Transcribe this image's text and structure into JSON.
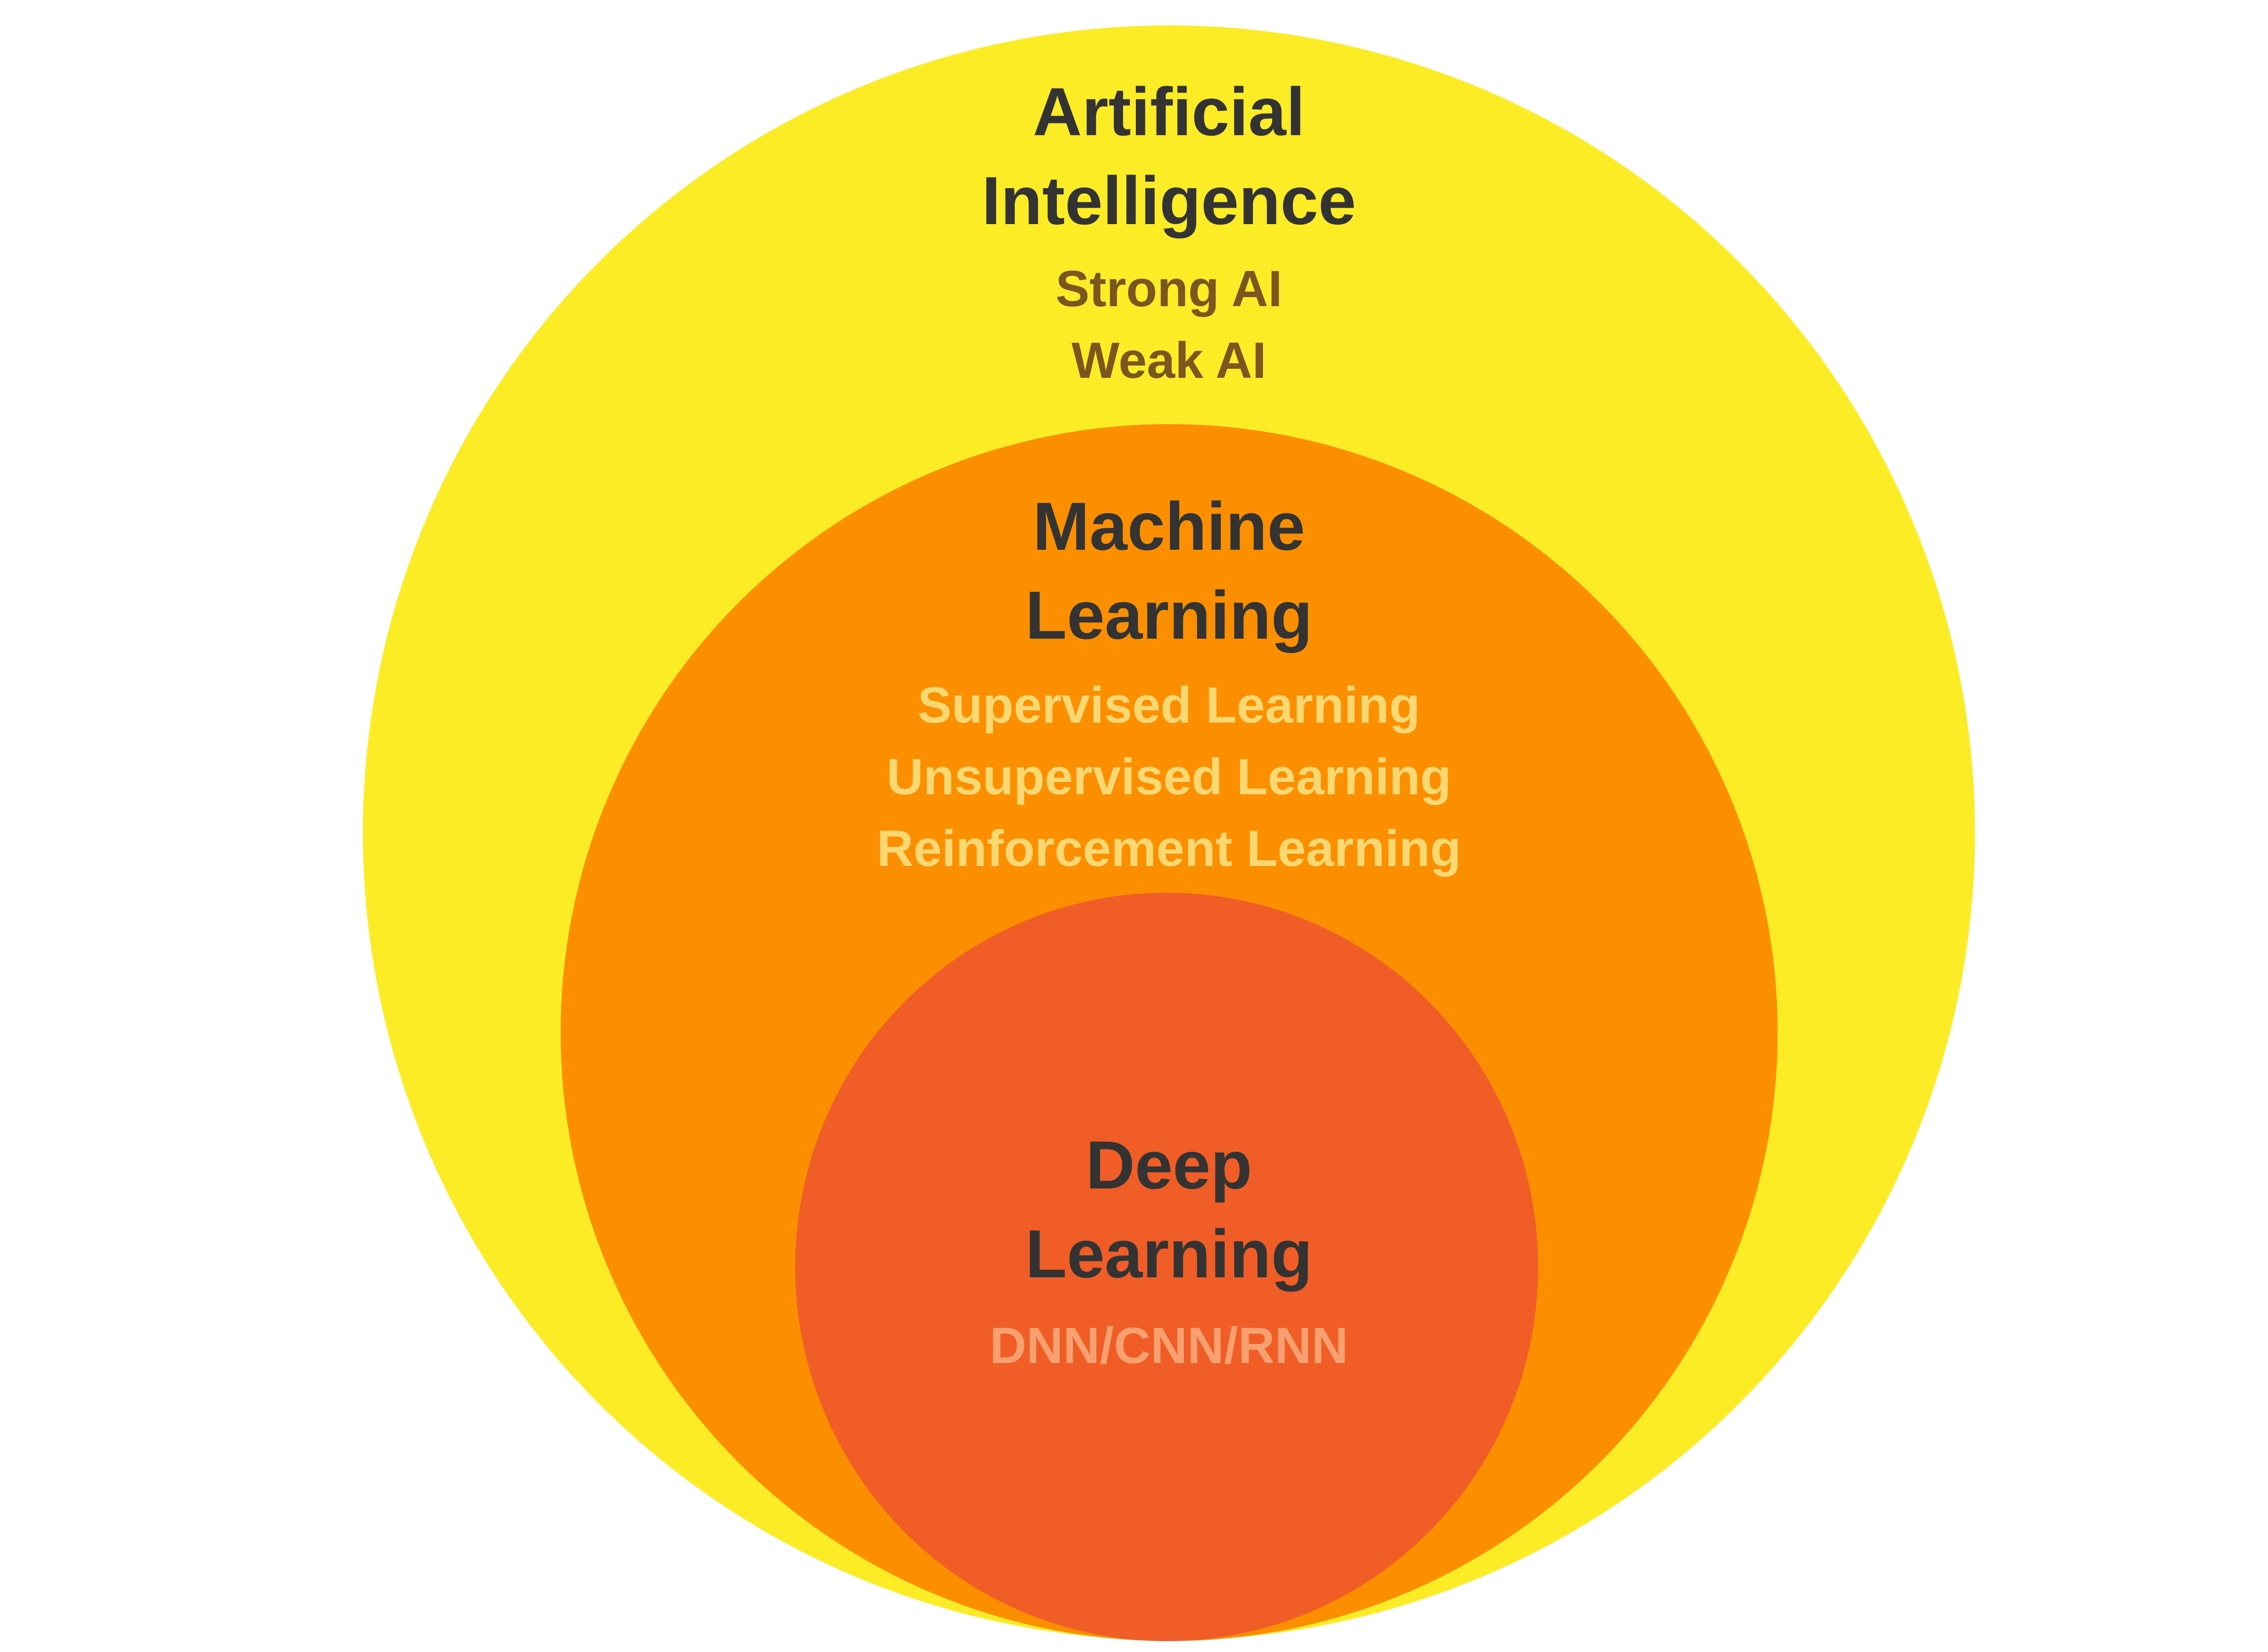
{
  "colors": {
    "background": "#ffffff",
    "ai_circle": "#fcec26",
    "ml_circle": "#fc8f00",
    "dl_circle": "#f05d26",
    "title_text": "#333333",
    "ai_sub_text": "#7a5620",
    "ml_sub_text": "#fcd872",
    "dl_sub_text": "#f8a070"
  },
  "ai": {
    "title_line1": "Artificial",
    "title_line2": "Intelligence",
    "items": [
      "Strong AI",
      "Weak AI"
    ]
  },
  "ml": {
    "title_line1": "Machine",
    "title_line2": "Learning",
    "items": [
      "Supervised Learning",
      "Unsupervised Learning",
      "Reinforcement Learning"
    ]
  },
  "dl": {
    "title_line1": "Deep",
    "title_line2": "Learning",
    "items": [
      "DNN/CNN/RNN"
    ]
  }
}
